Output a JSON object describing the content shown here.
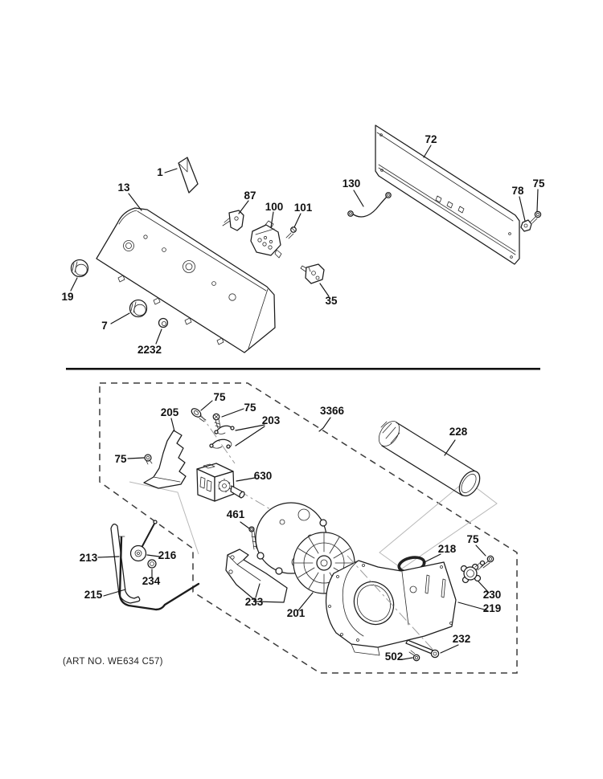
{
  "diagram": {
    "type": "exploded-parts-diagram",
    "subject": "dryer backsplash, blower and drive assembly",
    "colors": {
      "ink": "#1c1c1c",
      "background": "#ffffff",
      "ghost": "#b8b8b8"
    }
  },
  "callouts": [
    {
      "part": "literature-envelope",
      "text": "1"
    },
    {
      "part": "control-panel",
      "text": "13"
    },
    {
      "part": "switch-87",
      "text": "87"
    },
    {
      "part": "rotary-switch-100",
      "text": "100"
    },
    {
      "part": "screw-101",
      "text": "101"
    },
    {
      "part": "wire-130",
      "text": "130"
    },
    {
      "part": "backsplash-panel-72",
      "text": "72"
    },
    {
      "part": "clip-78",
      "text": "78"
    },
    {
      "part": "screw-75-panel",
      "text": "75"
    },
    {
      "part": "knob-19",
      "text": "19"
    },
    {
      "part": "knob-7",
      "text": "7"
    },
    {
      "part": "clip-2232",
      "text": "2232"
    },
    {
      "part": "switch-35",
      "text": "35"
    },
    {
      "part": "bracket-205",
      "text": "205"
    },
    {
      "part": "wing-screw-75",
      "text": "75"
    },
    {
      "part": "screw-75-clamp",
      "text": "75"
    },
    {
      "part": "clamps-203",
      "text": "203"
    },
    {
      "part": "assembly-boundary-3366",
      "text": "3366"
    },
    {
      "part": "duct-228",
      "text": "228"
    },
    {
      "part": "timer-630",
      "text": "630"
    },
    {
      "part": "screw-461",
      "text": "461"
    },
    {
      "part": "belt-213",
      "text": "213"
    },
    {
      "part": "idler-pulley-216",
      "text": "216"
    },
    {
      "part": "washer-234",
      "text": "234"
    },
    {
      "part": "idler-arm-215",
      "text": "215"
    },
    {
      "part": "motor-bracket-233",
      "text": "233"
    },
    {
      "part": "motor-blower-201",
      "text": "201"
    },
    {
      "part": "seal-218",
      "text": "218"
    },
    {
      "part": "screw-75-blower",
      "text": "75"
    },
    {
      "part": "part-230",
      "text": "230"
    },
    {
      "part": "blower-housing-219",
      "text": "219"
    },
    {
      "part": "bolt-232",
      "text": "232"
    },
    {
      "part": "screw-502",
      "text": "502"
    }
  ],
  "footer": {
    "art_no": "(ART NO. WE634 C57)"
  }
}
